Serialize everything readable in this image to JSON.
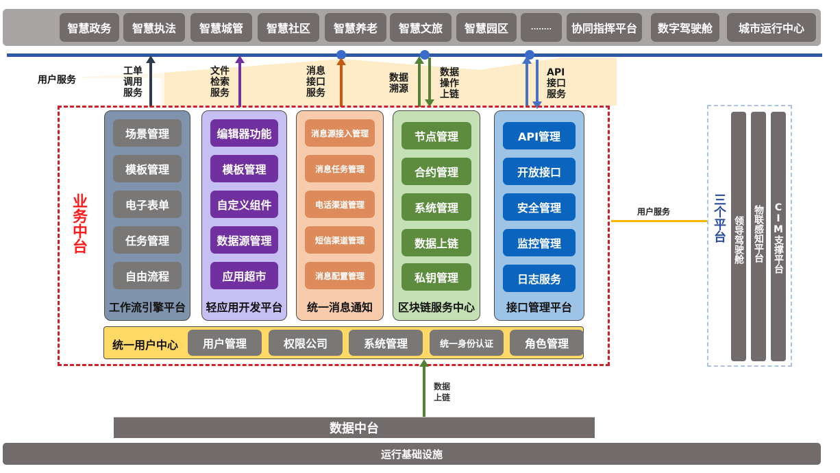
{
  "top_apps": [
    "智慧政务",
    "智慧执法",
    "智慧城管",
    "智慧社区",
    "智慧养老",
    "智慧文旅",
    "智慧园区",
    "........",
    "协同指挥平台",
    "数字驾驶舱",
    "城市运行中心"
  ],
  "service_labels": {
    "user_service_left": "用户服务",
    "workorder": "工单\n调用\n服务",
    "file_search": "文件\n检索\n服务",
    "message_api": "消息\n接口\n服务",
    "data_trace": "数据\n溯源",
    "data_op_chain": "数据\n操作\n上链",
    "api_service": "API\n接口\n服务",
    "user_service_right": "用户服务",
    "data_chain_bottom": "数据\n上链"
  },
  "business_platform": {
    "title": "业务中台",
    "columns": [
      {
        "title": "工作流引擎平台",
        "items": [
          "场景管理",
          "模板管理",
          "电子表单",
          "任务管理",
          "自由流程"
        ]
      },
      {
        "title": "轻应用开发平台",
        "items": [
          "编辑器功能",
          "模板管理",
          "自定义组件",
          "数据源管理",
          "应用超市"
        ]
      },
      {
        "title": "统一消息通知",
        "items": [
          "消息源接入管理",
          "消息任务管理",
          "电话渠道管理",
          "短信渠道管理",
          "消息配置管理"
        ]
      },
      {
        "title": "区块链服务中心",
        "items": [
          "节点管理",
          "合约管理",
          "系统管理",
          "数据上链",
          "私钥管理"
        ]
      },
      {
        "title": "接口管理平台",
        "items": [
          "API管理",
          "开放接口",
          "安全管理",
          "监控管理",
          "日志服务"
        ]
      }
    ],
    "user_center": {
      "title": "统一用户中心",
      "items": [
        "用户管理",
        "权限公司",
        "系统管理",
        "统一身份认证",
        "角色管理"
      ]
    }
  },
  "three_platforms": {
    "title": "三个平台",
    "items": [
      "领导驾驶舱",
      "物联感知平台",
      "CIM支撑平台"
    ]
  },
  "data_platform": "数据中台",
  "infrastructure": "运行基础设施",
  "colors": {
    "bus": "#2e58a3",
    "business_border": "#d0202a",
    "workflow": "#7f93ad",
    "lightapp": "#c6bff2",
    "message": "#f8cbad",
    "blockchain": "#c5e0b4",
    "api": "#9dc3e6",
    "user_center": "#ffd966"
  }
}
